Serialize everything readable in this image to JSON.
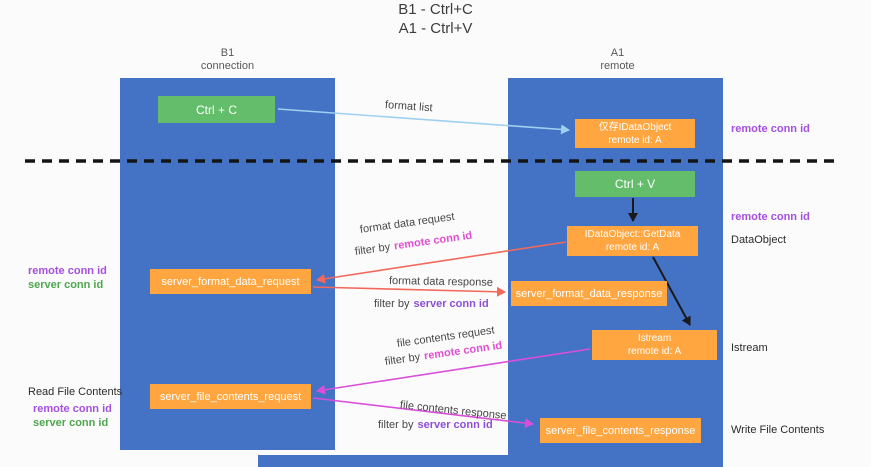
{
  "title": {
    "line1": "B1 - Ctrl+C",
    "line2": "A1 - Ctrl+V"
  },
  "lanes": {
    "left": {
      "name": "B1",
      "sub": "connection"
    },
    "right": {
      "name": "A1",
      "sub": "remote"
    }
  },
  "nodes": {
    "ctrl_c": "Ctrl + C",
    "idataobject": {
      "line1": "仅存IDataObject",
      "line2": "remote id: A"
    },
    "ctrl_v": "Ctrl + V",
    "getdata": {
      "line1": "IDataObject::GetData",
      "line2": "remote id: A"
    },
    "format_request": "server_format_data_request",
    "format_response": "server_format_data_response",
    "istream": {
      "line1": "Istream",
      "line2": "remote id: A"
    },
    "file_request": "server_file_contents_request",
    "file_response": "server_file_contents_response"
  },
  "arrow_labels": {
    "format_list": "format list",
    "format_data_request": "format data request",
    "format_data_response": "format data response",
    "file_contents_request": "file contents request",
    "file_contents_response": "file contents response",
    "filter_by": "filter by",
    "remote_conn_id": "remote conn id",
    "server_conn_id": "server conn id"
  },
  "side_labels": {
    "remote_conn_id": "remote conn id",
    "server_conn_id": "server conn id",
    "dataobject": "DataObject",
    "istream": "Istream",
    "read_file_contents": "Read File Contents",
    "write_file_contents": "Write File Contents"
  },
  "colors": {
    "lane_blue": "#4472c4",
    "node_green": "#63bd6b",
    "node_orange": "#ffa640",
    "arrow_light_blue": "#9fd0f0",
    "arrow_coral": "#f2695c",
    "arrow_magenta": "#d94fd9",
    "arrow_black": "#1a1a1a",
    "text_purple": "#a44fe0",
    "text_green": "#4ea64e",
    "text_magenta": "#e04fd0"
  }
}
